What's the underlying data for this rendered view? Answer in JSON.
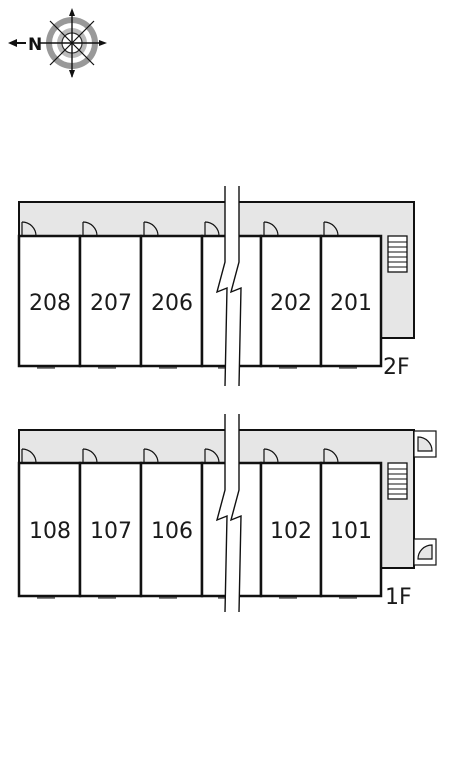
{
  "compass": {
    "north_letter": "N"
  },
  "floors": [
    {
      "label": "2F",
      "units": [
        "208",
        "207",
        "206",
        "",
        "202",
        "201"
      ]
    },
    {
      "label": "1F",
      "units": [
        "108",
        "107",
        "106",
        "",
        "102",
        "101"
      ]
    }
  ],
  "colors": {
    "corridor": "#e6e6e6",
    "wall": "#111111",
    "unit": "#ffffff"
  }
}
